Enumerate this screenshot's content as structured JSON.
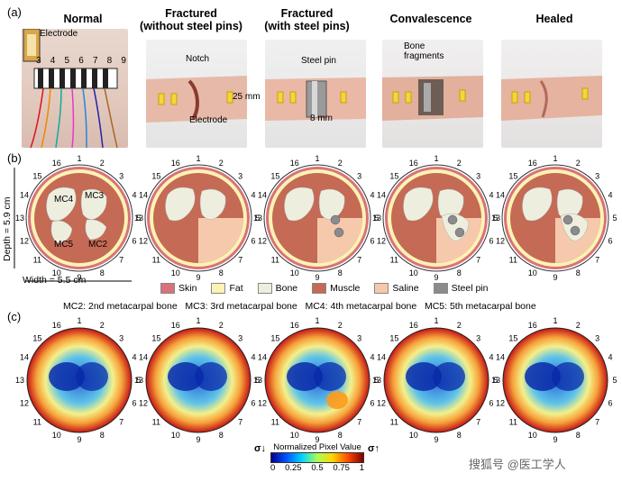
{
  "panel_labels": {
    "a": "(a)",
    "b": "(b)",
    "c": "(c)"
  },
  "columns": [
    {
      "title": "Normal"
    },
    {
      "title": "Fractured\n(without steel pins)"
    },
    {
      "title": "Fractured\n(with steel pins)"
    },
    {
      "title": "Convalescence"
    },
    {
      "title": "Healed"
    }
  ],
  "photo_annotations": {
    "electrode_label": "Electrode",
    "notch": "Notch",
    "electrode2": "Electrode",
    "length_25": "25 mm",
    "steel_pin": "Steel pin",
    "length_8": "8 mm",
    "bone_fragments": "Bone\nfragments",
    "normal_numbers": [
      "3",
      "4",
      "5",
      "6",
      "7",
      "8",
      "9"
    ],
    "pair_numbers": [
      "3",
      "4",
      "9"
    ]
  },
  "cross_section": {
    "depth": "Depth = 5.9 cm",
    "width": "Width = 5.5 cm",
    "bone_labels": [
      "MC4",
      "MC3",
      "MC5",
      "MC2"
    ],
    "electrode_numbers": [
      "1",
      "2",
      "3",
      "4",
      "5",
      "6",
      "7",
      "8",
      "9",
      "10",
      "11",
      "12",
      "13",
      "14",
      "15",
      "16"
    ]
  },
  "legend": [
    {
      "label": "Skin",
      "color": "#d9727a"
    },
    {
      "label": "Fat",
      "color": "#fbf3b3"
    },
    {
      "label": "Bone",
      "color": "#eeeedf"
    },
    {
      "label": "Muscle",
      "color": "#c46a55"
    },
    {
      "label": "Saline",
      "color": "#f6c9ac"
    },
    {
      "label": "Steel pin",
      "color": "#8b8b8b"
    }
  ],
  "bone_caption": "MC2: 2nd metacarpal bone   MC3: 3rd metacarpal bone   MC4: 4th metacarpal bone   MC5: 5th metacarpal bone",
  "colorbar": {
    "title": "Normalized Pixel Value",
    "ticks": [
      "0",
      "0.25",
      "0.5",
      "0.75",
      "1"
    ],
    "sigma_low": "σ",
    "sigma_high": "σ"
  },
  "watermark": "搜狐号 @医工学人",
  "colors": {
    "muscle": "#c46a55",
    "fat": "#fbf3b3",
    "skin": "#d9727a",
    "bone": "#eeeedf",
    "saline": "#f6c9ac",
    "pin": "#8b8b8b"
  }
}
